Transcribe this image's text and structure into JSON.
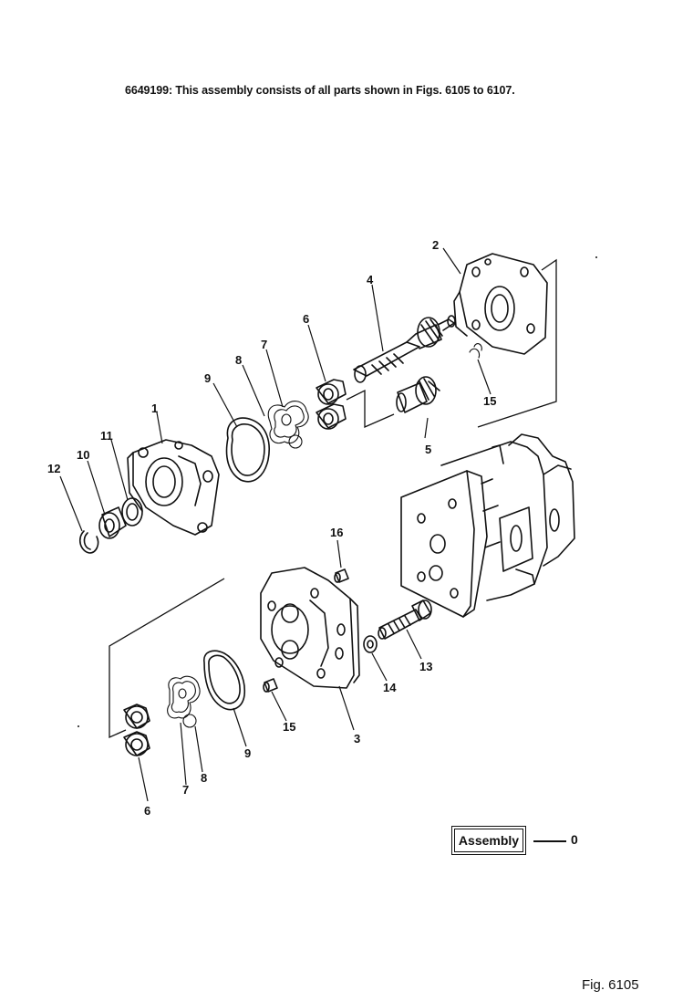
{
  "header_note": "6649199: This assembly consists of all parts shown in Figs. 6105 to 6107.",
  "callouts": {
    "c1": "1",
    "c2": "2",
    "c3": "3",
    "c4": "4",
    "c5": "5",
    "c6a": "6",
    "c6b": "6",
    "c7a": "7",
    "c7b": "7",
    "c8a": "8",
    "c8b": "8",
    "c9a": "9",
    "c9b": "9",
    "c10": "10",
    "c11": "11",
    "c12": "12",
    "c13": "13",
    "c14": "14",
    "c15a": "15",
    "c15b": "15",
    "c16": "16"
  },
  "assembly": {
    "label": "Assembly",
    "quantity": "0"
  },
  "figure_label": "Fig. 6105",
  "colors": {
    "ink": "#111111",
    "paper": "#ffffff"
  }
}
